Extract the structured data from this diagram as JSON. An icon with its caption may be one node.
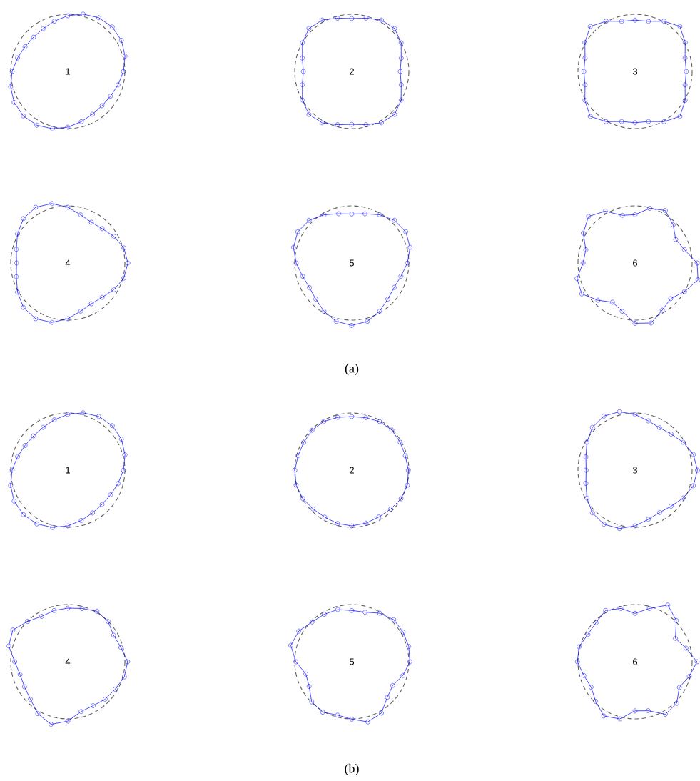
{
  "diagram": {
    "nodes": [
      {
        "text": [
          "1"
        ]
      },
      {
        "text": [
          "2"
        ]
      },
      {
        "text": [
          "3"
        ]
      },
      {
        "text": [
          "4"
        ]
      },
      {
        "text": [
          "5"
        ]
      },
      {
        "text": [
          "6"
        ]
      },
      {
        "text": [
          "1"
        ]
      },
      {
        "text": [
          "2"
        ]
      },
      {
        "text": [
          "3"
        ]
      },
      {
        "text": [
          "4"
        ]
      },
      {
        "text": [
          "5"
        ]
      },
      {
        "text": [
          "6"
        ]
      }
    ],
    "labels": [
      "(a)",
      "(b)"
    ]
  }
}
